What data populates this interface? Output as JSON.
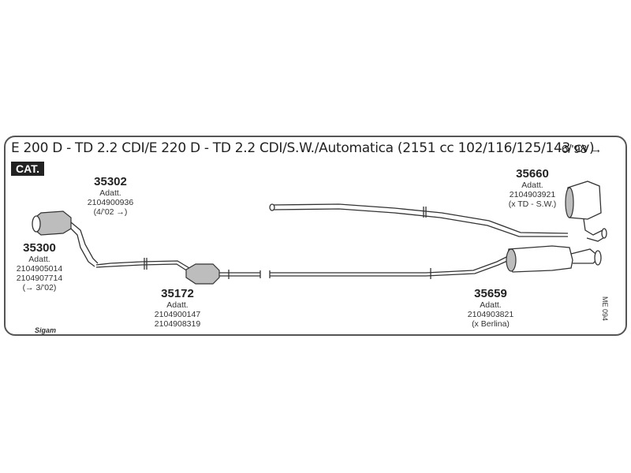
{
  "header": {
    "title": "E 200 D - TD 2.2 CDI/E 220 D - TD 2.2 CDI/S.W./Automatica (2151 cc 102/116/125/143 cv)",
    "date_range": "6/'98 →",
    "badge": "CAT."
  },
  "parts": {
    "p35302": {
      "code": "35302",
      "note1": "Adatt.",
      "note2": "2104900936",
      "note3": "(4/'02 →)"
    },
    "p35300": {
      "code": "35300",
      "note1": "Adatt.",
      "note2": "2104905014",
      "note3": "2104907714",
      "note4": "(→ 3/'02)"
    },
    "p35172": {
      "code": "35172",
      "note1": "Adatt.",
      "note2": "2104900147",
      "note3": "2104908319"
    },
    "p35660": {
      "code": "35660",
      "note1": "Adatt.",
      "note2": "2104903921",
      "note3": "(x TD - S.W.)"
    },
    "p35659": {
      "code": "35659",
      "note1": "Adatt.",
      "note2": "2104903821",
      "note3": "(x Berlina)"
    }
  },
  "footer": {
    "brand": "Sigam",
    "ref": "ME 094"
  }
}
